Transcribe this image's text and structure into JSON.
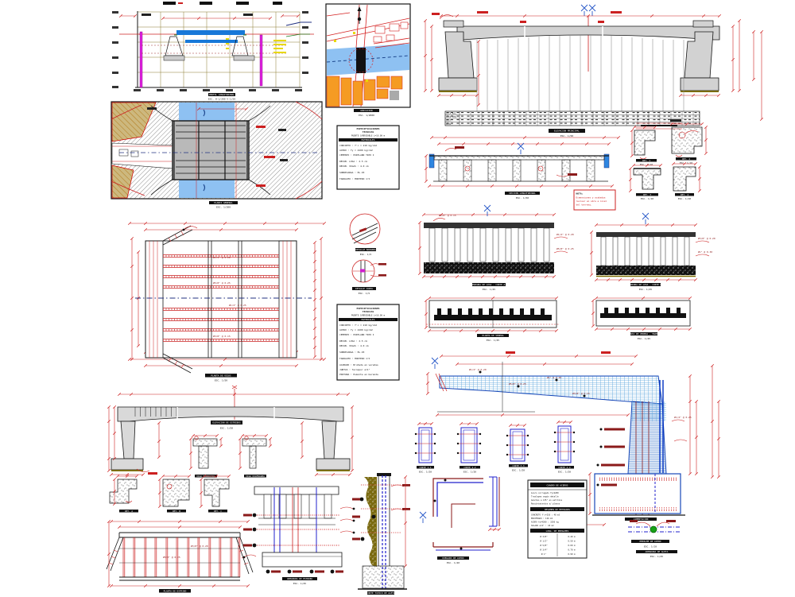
{
  "colors": {
    "red": "#cc2020",
    "darkred": "#8b1a1a",
    "blue": "#2255cc",
    "lightblue": "#8ec1f2",
    "deckblue": "#1878d8",
    "gray": "#d2d2d2",
    "magenta": "#e020e0",
    "olive": "#7a6a00",
    "orange": "#f59b23",
    "khaki": "#cdb87e",
    "green": "#18a018",
    "yellow": "#e8d800"
  },
  "labels": {
    "esc200": "ESC. 1/200",
    "esc2000": "ESC. 1/2000",
    "esc50": "ESC. 1/50",
    "esc25": "ESC. 1/25",
    "esc20": "ESC. 1/20",
    "esc10": "ESC. 1/10",
    "esc5": "ESC. 1/5",
    "hv": "ESC. H-1/200 V-1/50"
  },
  "rebar": [
    "Ø1/2\" @ 0.20",
    "Ø5/8\" @ 0.25",
    "Ø3/8\" @ 0.15",
    "Ø1\" @ 0.30",
    "Ø1/2\" @ 0.25",
    "Ø3/8\" @ 0.20"
  ],
  "dims": {
    "d1": "10.00",
    "d2": "0.30",
    "d3": "0.60",
    "d4": "1.20",
    "d5": "4.00",
    "d6": "2.50",
    "d7": "0.25",
    "d8": "7.20"
  },
  "profile": {
    "title": "PERFIL LONGITUDINAL"
  },
  "plan": {
    "title": "PLANTA GENERAL"
  },
  "location": {
    "title": "UBICACION"
  },
  "elevation": {
    "title": "ELEVACION PRINCIPAL",
    "rows": [
      "COTA RAS.",
      "COTA TER.",
      "DIST.",
      "PROG."
    ]
  },
  "decksec": {
    "title": "SECCION LONGITUDINAL",
    "note": {
      "t": "NOTA:",
      "l1": "Dimensiones y acabados",
      "l2": "revisar en obra a nivel",
      "l3": "del terreno."
    }
  },
  "details": {
    "d1": "DET. 1",
    "d2": "DET. 2",
    "d3": "DET. 3",
    "d4": "DET. 4"
  },
  "circles": {
    "c1": "DETALLE BARANDA",
    "c2": "DETALLE JUNTA"
  },
  "spec": {
    "h1": "ESPECIFICACIONES",
    "h2": "TECNICAS",
    "h3": "PUENTE CARROZABLE L=10.00 m",
    "band": "MATERIALES",
    "lines": [
      "CONCRETO : f'c = 210 kg/cm2",
      "ACERO : fy = 4200 kg/cm2",
      "CEMENTO : PORTLAND TIPO I",
      "RECUB. LOSA : 2.5 cm",
      "RECUB. VIGAS : 4.0 cm",
      "SOBRECARGA : HL-93",
      "TARRAJEO : MORTERO 1:5"
    ],
    "lines2": [
      "ACABADO : Bruñado en veredas",
      "JUNTAS : Tecnopor e=1\"",
      "PINTURA : Esmalte en baranda"
    ]
  },
  "deckplan": {
    "title": "PLANTA DE VIGAS"
  },
  "rebar1": {
    "title": "ARMADURA DE LOSA - CORTE A-A"
  },
  "rebar2": {
    "title": "ARMADURA DE LOSA - CORTE B-B"
  },
  "comb1": {
    "title": "PLANTA DE VEREDA"
  },
  "comb2": {
    "title": "PLANTA DE VEREDA - TRAMO 2"
  },
  "elev2": {
    "title": "ELEVACION DE ESTRIBOS"
  },
  "tdet": {
    "t1": "VIGA PRINCIPAL",
    "t2": "VIGA DIAFRAGMA"
  },
  "corners": {
    "c1": "DET. A",
    "c2": "DET. B",
    "c3": "DET. C"
  },
  "abutplan": {
    "title": "PLANTA DE ESTRIBO"
  },
  "wallsec": {
    "title": "ARMADURA DE ESTRIBO"
  },
  "wallvert": {
    "title": "CORTE TIPICO DE ALETA"
  },
  "lwall": {
    "title": "ARMADURA DE ALETA",
    "foot": "CIMENTACION",
    "splice": "EMPALME DE ACERO"
  },
  "columns": {
    "c1": "CORTE 1-1",
    "c2": "CORTE 2-2",
    "c3": "CORTE 3-3",
    "c4": "CORTE 4-4"
  },
  "bars": {
    "title": "DOBLADO DE ACERO"
  },
  "table": {
    "title": "CUADRO DE ACEROS",
    "b2": "RESUMEN DE METRADOS",
    "b3": "LONG. DE EMPALMES",
    "notes": [
      "Acero corrugado fy=4200",
      "Traslapes según detalle",
      "Ganchos a 135° en estribos",
      "Recubrimientos s/ planos"
    ],
    "resumen": [
      "CONCRETO f'c=210 : 48 m3",
      "ENCOFRADO : 126 m2",
      "ACERO fy=4200 : 3250 kg",
      "SOLADO e=4\" : 18 m2"
    ],
    "sched": [
      [
        "Ø 3/8\"",
        "0.40 m"
      ],
      [
        "Ø 1/2\"",
        "0.50 m"
      ],
      [
        "Ø 5/8\"",
        "0.60 m"
      ],
      [
        "Ø 3/4\"",
        "0.70 m"
      ],
      [
        "Ø 1\"",
        "0.90 m"
      ]
    ]
  }
}
